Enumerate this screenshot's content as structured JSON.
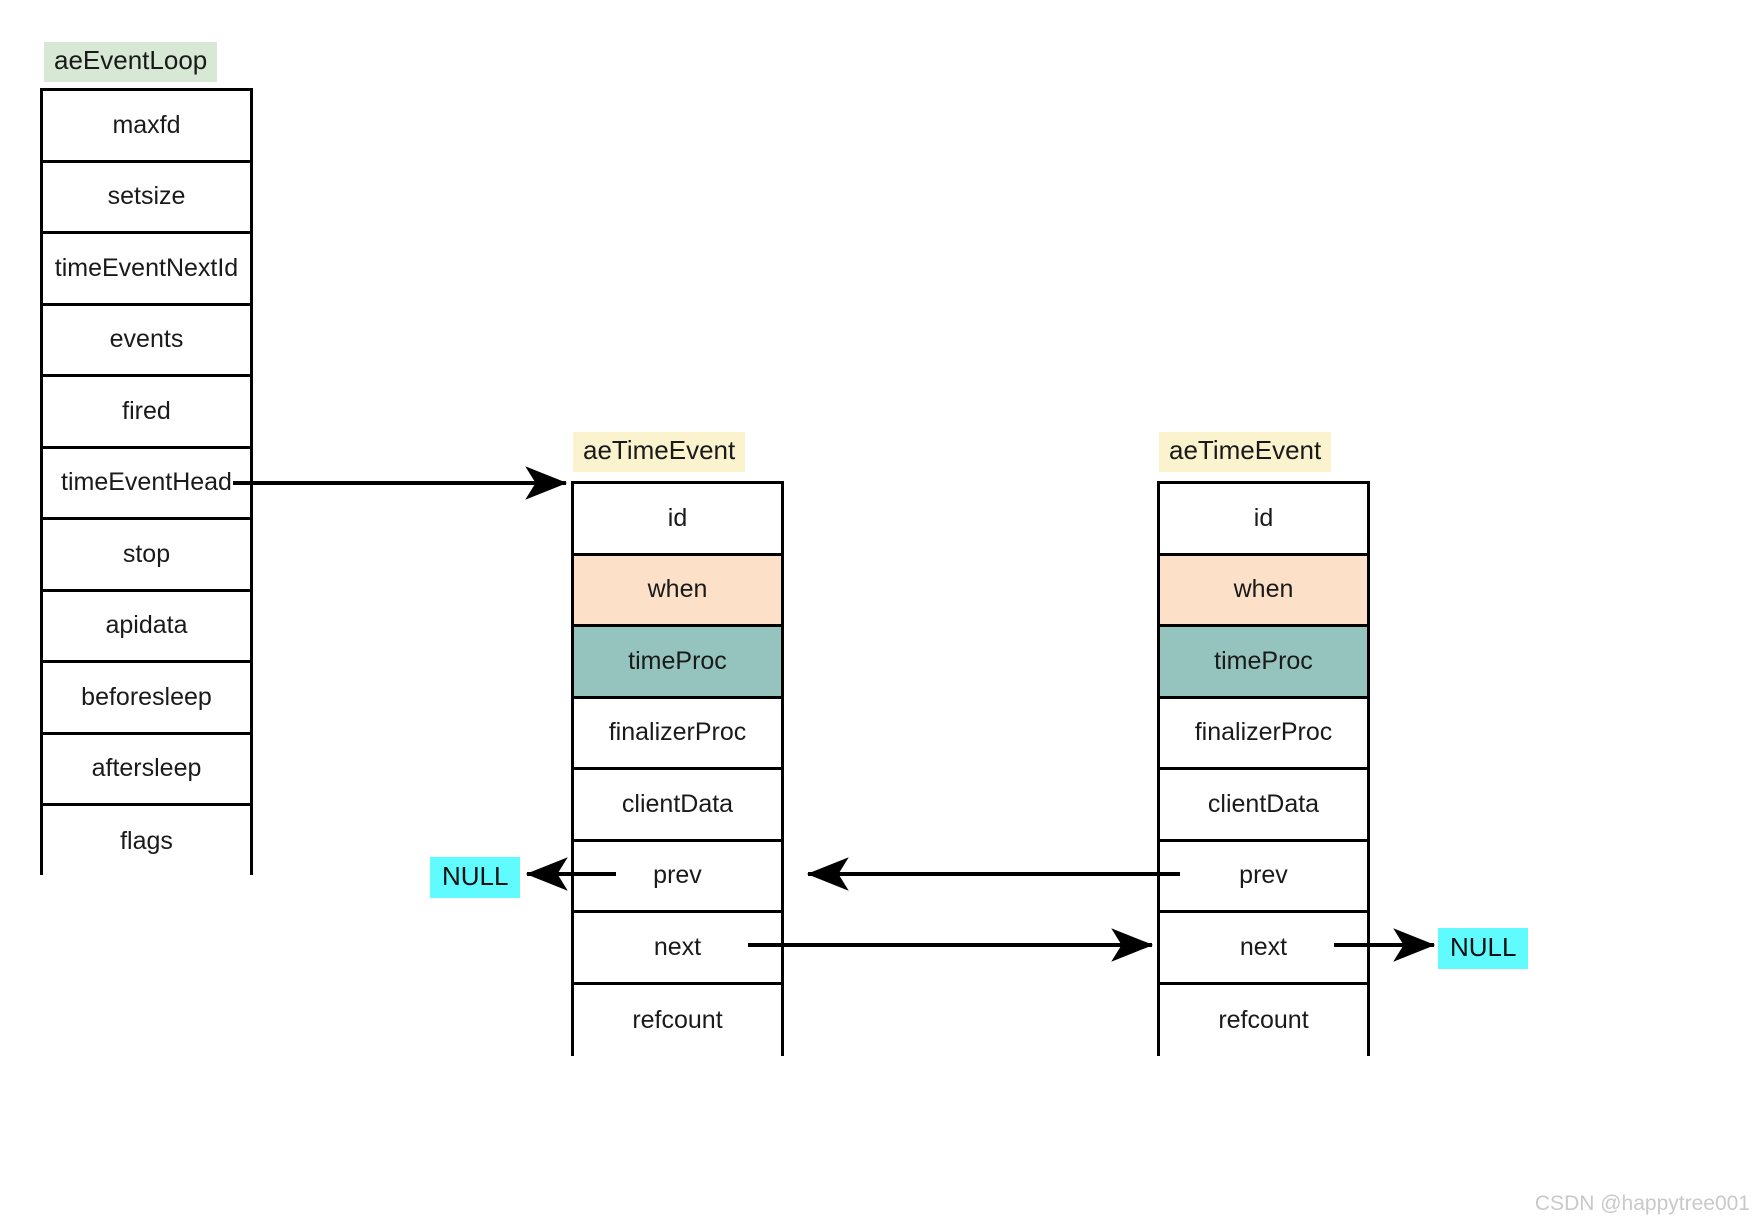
{
  "diagram": {
    "title_hidden": "",
    "watermark": "CSDN @happytree001"
  },
  "colors": {
    "event_loop_chip": "#D7E9D5",
    "time_event_chip": "#FBF2CE",
    "when_row": "#FCE0C8",
    "time_proc_row": "#95C4BE",
    "null_badge": "#5FFBFF",
    "border": "#000000",
    "watermark": "#C9C9C9"
  },
  "event_loop": {
    "label": "aeEventLoop",
    "fields": [
      {
        "name": "maxfd"
      },
      {
        "name": "setsize"
      },
      {
        "name": "timeEventNextId"
      },
      {
        "name": "events"
      },
      {
        "name": "fired"
      },
      {
        "name": "timeEventHead"
      },
      {
        "name": "stop"
      },
      {
        "name": "apidata"
      },
      {
        "name": "beforesleep"
      },
      {
        "name": "aftersleep"
      },
      {
        "name": "flags"
      }
    ]
  },
  "time_events": [
    {
      "label": "aeTimeEvent",
      "fields": [
        {
          "name": "id"
        },
        {
          "name": "when"
        },
        {
          "name": "timeProc"
        },
        {
          "name": "finalizerProc"
        },
        {
          "name": "clientData"
        },
        {
          "name": "prev"
        },
        {
          "name": "next"
        },
        {
          "name": "refcount"
        }
      ]
    },
    {
      "label": "aeTimeEvent",
      "fields": [
        {
          "name": "id"
        },
        {
          "name": "when"
        },
        {
          "name": "timeProc"
        },
        {
          "name": "finalizerProc"
        },
        {
          "name": "clientData"
        },
        {
          "name": "prev"
        },
        {
          "name": "next"
        },
        {
          "name": "refcount"
        }
      ]
    }
  ],
  "null_badges": {
    "left": "NULL",
    "right": "NULL"
  },
  "arrows": [
    {
      "id": "head-to-te1",
      "from": "aeEventLoop.timeEventHead",
      "to": "aeTimeEvent[0]"
    },
    {
      "id": "te1-prev-null",
      "from": "aeTimeEvent[0].prev",
      "to": "NULL"
    },
    {
      "id": "te2-prev-te1",
      "from": "aeTimeEvent[1].prev",
      "to": "aeTimeEvent[0]"
    },
    {
      "id": "te1-next-te2",
      "from": "aeTimeEvent[0].next",
      "to": "aeTimeEvent[1]"
    },
    {
      "id": "te2-next-null",
      "from": "aeTimeEvent[1].next",
      "to": "NULL"
    }
  ]
}
